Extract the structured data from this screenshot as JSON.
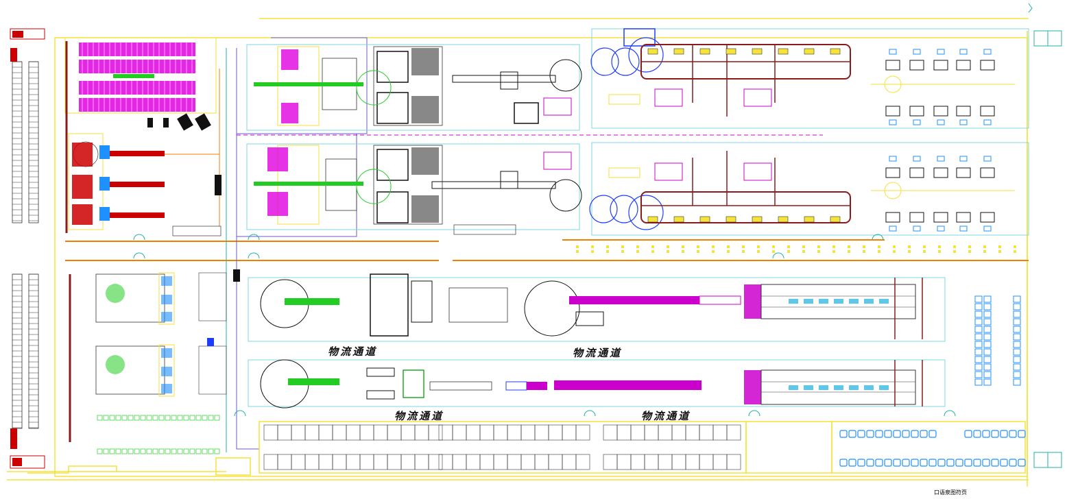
{
  "drawing": {
    "aisle_labels": [
      "物流通道",
      "物流通道",
      "物流通道",
      "物流通道"
    ],
    "corner_note": "口语泉图符页",
    "colors": {
      "wall": "#f5e23a",
      "zone": "#7fd6e0",
      "pipe": "#8b1a1a",
      "rack": "#e000e0",
      "machine": "#111111",
      "conveyor_green": "#22cc22",
      "cyan_unit": "#1e90ff",
      "orange_rail": "#f08000",
      "purple_route": "#6a5acd",
      "magenta_dash": "#cc00cc"
    }
  }
}
